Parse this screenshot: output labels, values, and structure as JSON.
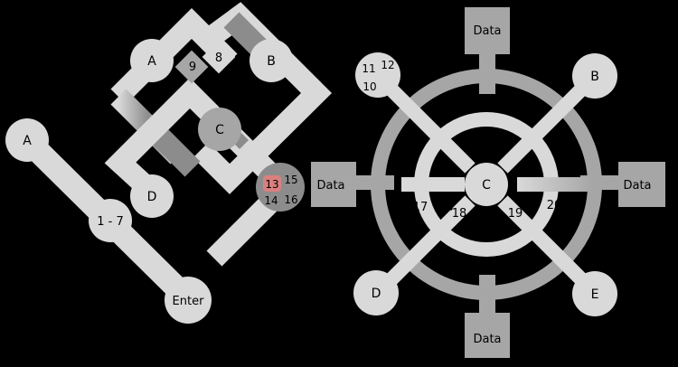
{
  "colors": {
    "background": "#000000",
    "light": "#d9d9d9",
    "mid": "#a6a6a6",
    "dark": "#8c8c8c",
    "text": "#000000",
    "highlight": "#d9807f"
  },
  "left_map": {
    "node_a_left": "A",
    "node_range": "1 - 7",
    "node_enter": "Enter",
    "node_a": "A",
    "node_b": "B",
    "node_c": "C",
    "node_d": "D",
    "cell_9": "9",
    "cell_8": "8",
    "cluster": {
      "n13": "13",
      "n15": "15",
      "n14": "14",
      "n16": "16"
    }
  },
  "right_map": {
    "center": "C",
    "node_b": "B",
    "node_d": "D",
    "node_e": "E",
    "node_top_left": {
      "n11": "11",
      "n12": "12",
      "n10": "10"
    },
    "data_top": "Data",
    "data_left": "Data",
    "data_right": "Data",
    "data_bottom": "Data",
    "label_17": "17",
    "label_18": "18",
    "label_19": "19",
    "label_20": "20"
  }
}
